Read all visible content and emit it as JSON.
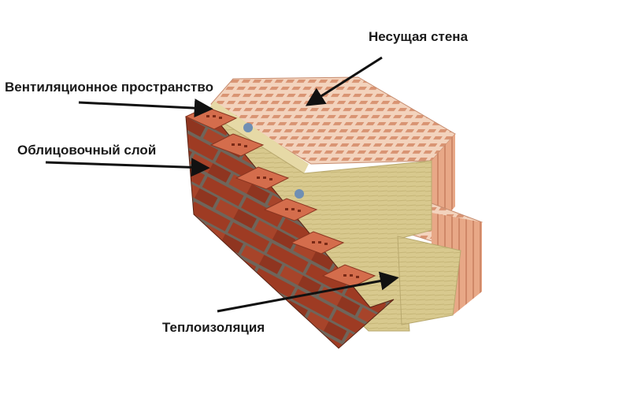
{
  "labels": {
    "load_bearing_wall": "Несущая стена",
    "ventilation_gap": "Вентиляционное пространство",
    "facing_layer": "Облицовочный слой",
    "thermal_insulation": "Теплоизоляция"
  },
  "colors": {
    "background": "#ffffff",
    "label_text": "#1a1a1a",
    "arrow": "#111111",
    "block_top": "#f3d3bd",
    "block_side": "#e8a887",
    "block_hole": "#d99473",
    "insulation_front": "#d8c98e",
    "insulation_side": "#c7b87c",
    "brick_face": "#9e3b23",
    "brick_top": "#d46d4c",
    "brick_hole": "#7a2a16",
    "mortar": "#6f655a",
    "anchor": "#6f8fb4"
  }
}
